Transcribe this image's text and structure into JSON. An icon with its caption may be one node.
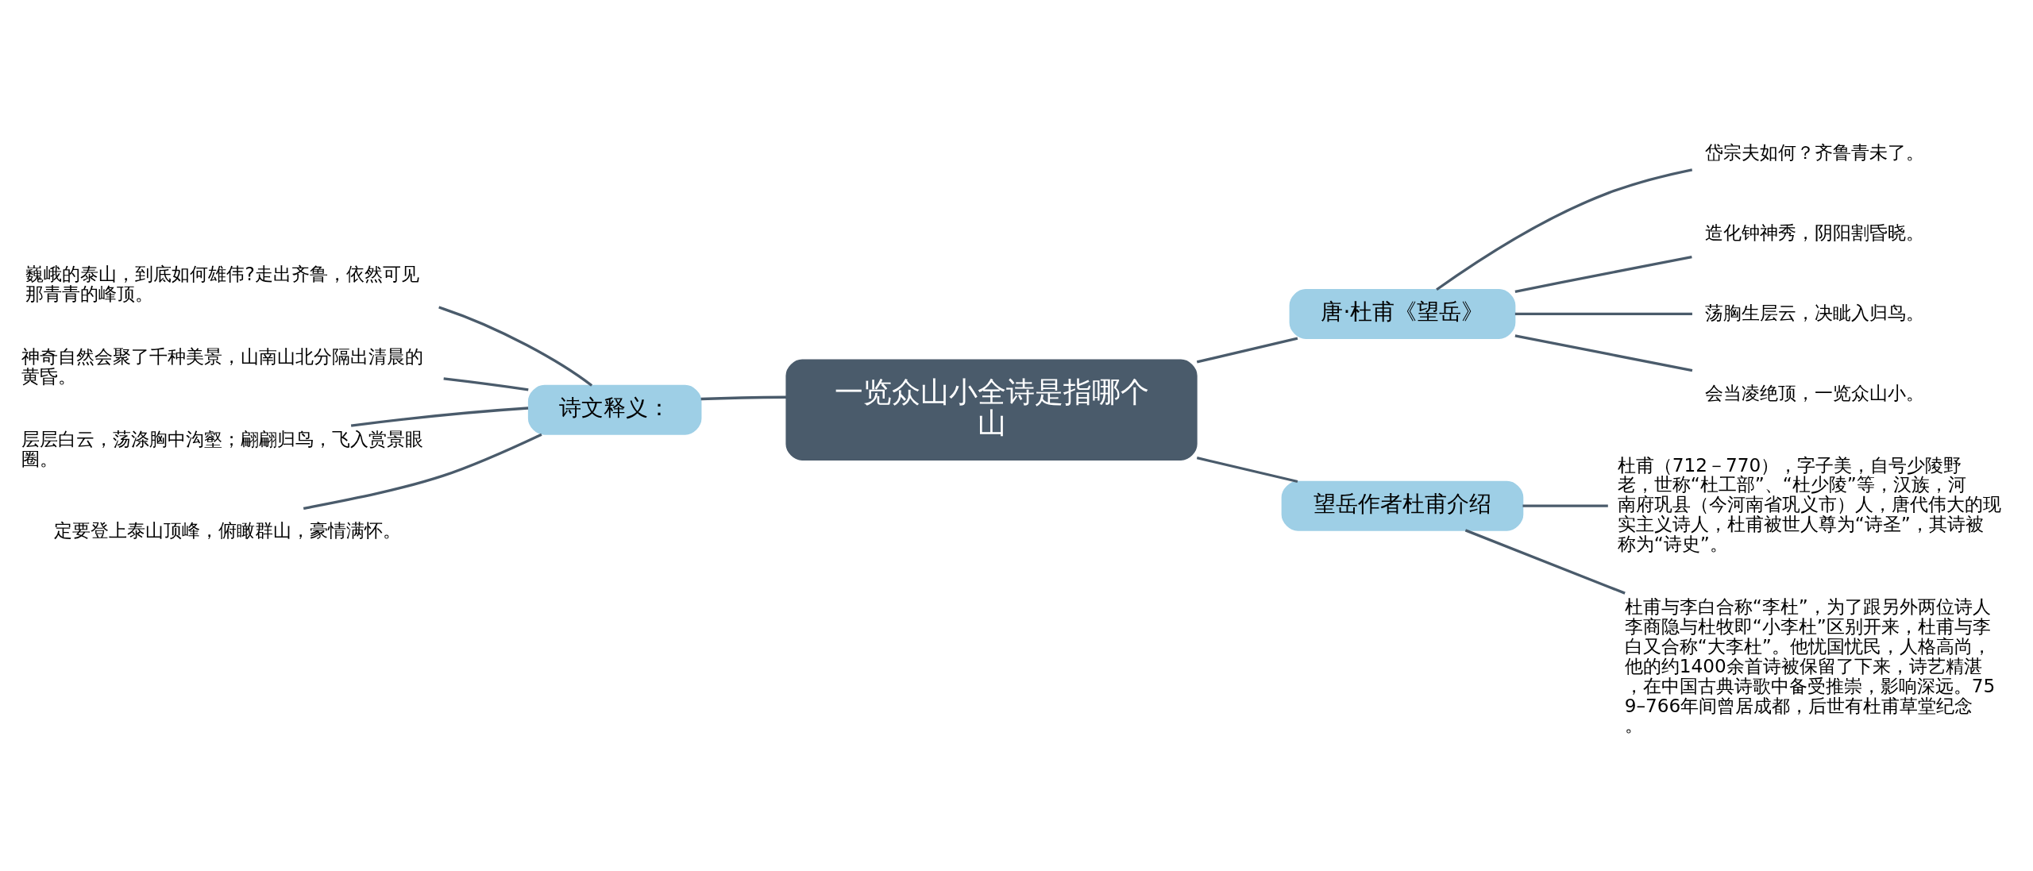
{
  "diagram": {
    "nodes": [
      {
        "text": [
          "一览众山小全诗是指哪个山"
        ]
      },
      {
        "text": [
          "唐·杜甫《望岳》"
        ]
      },
      {
        "text": [
          "岱宗夫如何？齐鲁青未了。"
        ]
      },
      {
        "text": [
          "造化钟神秀，阴阳割昏晓。"
        ]
      },
      {
        "text": [
          "荡胸生层云，决眦入归鸟。"
        ]
      },
      {
        "text": [
          "会当凌绝顶，一览众山小。"
        ]
      },
      {
        "text": [
          "望岳作者杜甫介绍"
        ]
      },
      {
        "text": [
          "杜甫（712－770），字子美，自号少陵野老，世称“杜工部”、“杜少陵”等，汉族，河南府巩县（今河南省巩义市）人，唐代伟大的现实主义诗人，杜甫被世人尊为“诗圣”，其诗被称为“诗史”。"
        ]
      },
      {
        "text": [
          "杜甫与李白合称“李杜”，为了跟另外两位诗人李商隐与杜牧即“小李杜”区别开来，杜甫与李白又合称“大李杜”。他忧国忧民，人格高尚，他的约1400余首诗被保留了下来，诗艺精湛，在中国古典诗歌中备受推崇，影响深远。759–766年间曾居成都，后世有杜甫草堂纪念。"
        ]
      },
      {
        "text": [
          "诗文释义："
        ]
      },
      {
        "text": [
          "巍峨的泰山，到底如何雄伟?走出齐鲁，依然可见那青青的峰顶。"
        ]
      },
      {
        "text": [
          "神奇自然会聚了千种美景，山南山北分隔出清晨的黄昏。"
        ]
      },
      {
        "text": [
          "层层白云，荡涤胸中沟壑；翩翩归鸟，飞入赏景眼圈。"
        ]
      },
      {
        "text": [
          "定要登上泰山顶峰，俯瞰群山，豪情满怀。"
        ]
      }
    ],
    "edges": [
      {
        "from": 0,
        "to": 1,
        "arrow": "none"
      },
      {
        "from": 1,
        "to": 2,
        "arrow": "none"
      },
      {
        "from": 1,
        "to": 3,
        "arrow": "none"
      },
      {
        "from": 1,
        "to": 4,
        "arrow": "none"
      },
      {
        "from": 1,
        "to": 5,
        "arrow": "none"
      },
      {
        "from": 0,
        "to": 6,
        "arrow": "none"
      },
      {
        "from": 6,
        "to": 7,
        "arrow": "none"
      },
      {
        "from": 6,
        "to": 8,
        "arrow": "none"
      },
      {
        "from": 0,
        "to": 9,
        "arrow": "none"
      },
      {
        "from": 9,
        "to": 10,
        "arrow": "none"
      },
      {
        "from": 9,
        "to": 11,
        "arrow": "none"
      },
      {
        "from": 9,
        "to": 12,
        "arrow": "none"
      },
      {
        "from": 9,
        "to": 13,
        "arrow": "none"
      }
    ]
  }
}
